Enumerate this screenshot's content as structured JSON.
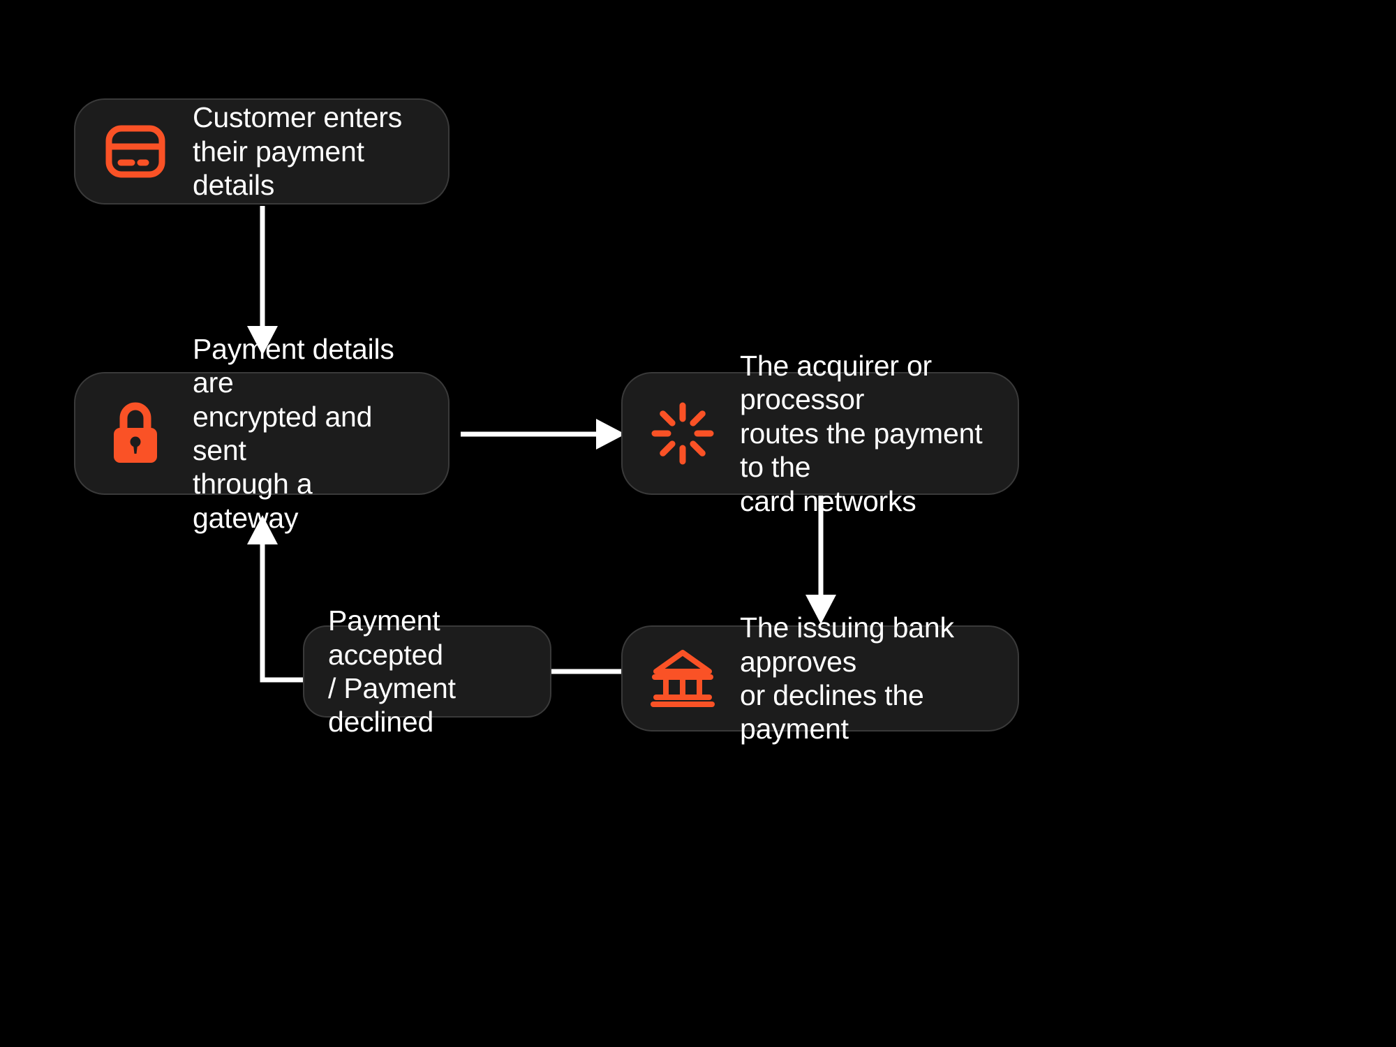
{
  "diagram": {
    "title": "Card payment processing flow",
    "background_color": "#000000",
    "card_background_color": "#1c1c1c",
    "card_border_color": "#3a3a3a",
    "accent_color": "#FA5226",
    "text_color": "#ffffff",
    "connector_color": "#ffffff",
    "nodes": [
      {
        "id": "customer",
        "icon": "credit-card-icon",
        "text": "Customer enters\ntheir payment details"
      },
      {
        "id": "gateway",
        "icon": "lock-icon",
        "text": "Payment details are\nencrypted and sent\nthrough a gateway"
      },
      {
        "id": "acquirer",
        "icon": "sunburst-icon",
        "text": "The acquirer or processor\nroutes the payment to the\ncard networks"
      },
      {
        "id": "result",
        "icon": "none",
        "text": "Payment accepted\n/ Payment declined"
      },
      {
        "id": "issuing",
        "icon": "bank-icon",
        "text": "The issuing bank approves\nor declines the payment"
      }
    ],
    "connectors": [
      {
        "id": "customer-to-gateway",
        "from": "customer",
        "to": "gateway",
        "style": "arrow-down"
      },
      {
        "id": "gateway-to-acquirer",
        "from": "gateway",
        "to": "acquirer",
        "style": "arrow-right"
      },
      {
        "id": "acquirer-to-issuing",
        "from": "acquirer",
        "to": "issuing",
        "style": "arrow-down"
      },
      {
        "id": "issuing-to-result",
        "from": "issuing",
        "to": "result",
        "style": "line-left"
      },
      {
        "id": "result-to-gateway",
        "from": "result",
        "to": "gateway",
        "style": "elbow-arrow-up"
      }
    ]
  }
}
